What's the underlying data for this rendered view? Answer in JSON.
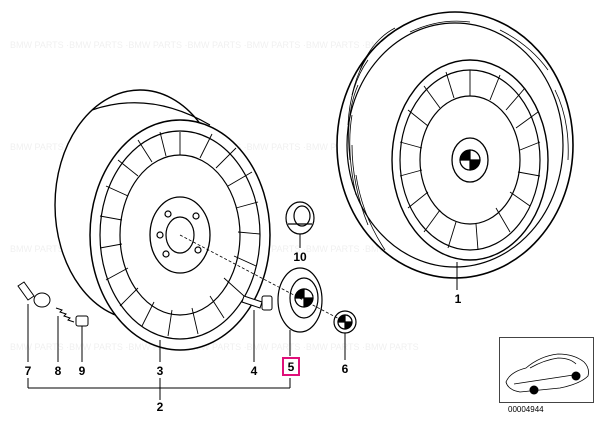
{
  "callouts": {
    "c1": "1",
    "c2": "2",
    "c3": "3",
    "c4": "4",
    "c5": "5",
    "c6": "6",
    "c7": "7",
    "c8": "8",
    "c9": "9",
    "c10": "10"
  },
  "highlighted_callout": "5",
  "highlight_color": "#e0107a",
  "diagram_code": "00004944"
}
